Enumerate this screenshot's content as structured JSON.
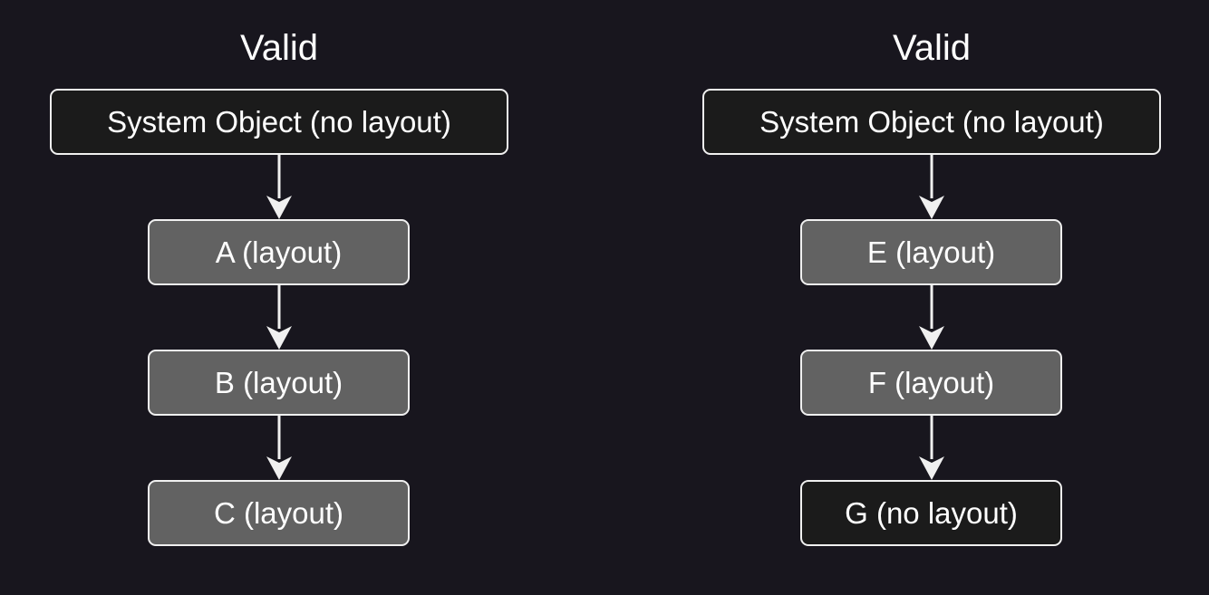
{
  "left": {
    "title": "Valid",
    "nodes": [
      {
        "label": "System Object (no layout)",
        "style": "no-layout"
      },
      {
        "label": "A (layout)",
        "style": "layout"
      },
      {
        "label": "B (layout)",
        "style": "layout"
      },
      {
        "label": "C (layout)",
        "style": "layout"
      }
    ]
  },
  "right": {
    "title": "Valid",
    "nodes": [
      {
        "label": "System Object (no layout)",
        "style": "no-layout"
      },
      {
        "label": "E (layout)",
        "style": "layout"
      },
      {
        "label": "F (layout)",
        "style": "layout"
      },
      {
        "label": "G (no layout)",
        "style": "no-layout"
      }
    ]
  },
  "colors": {
    "background": "#18161e",
    "no_layout_fill": "#1b1b1b",
    "layout_fill": "#626262",
    "stroke": "#f0f0f0",
    "text": "#ffffff"
  }
}
